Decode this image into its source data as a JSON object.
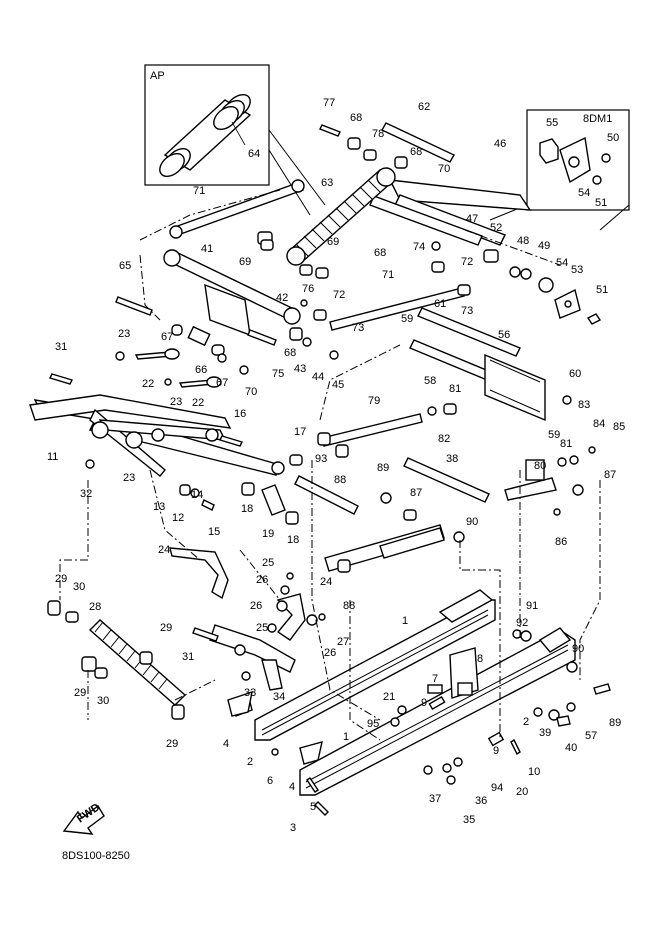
{
  "diagram": {
    "catalog_code": "8DS100-8250",
    "inset_ap_label": "AP",
    "inset_8dm1_label": "8DM1",
    "fwd_label": "FWD",
    "callouts": [
      {
        "n": "1"
      },
      {
        "n": "1"
      },
      {
        "n": "2"
      },
      {
        "n": "2"
      },
      {
        "n": "3"
      },
      {
        "n": "4"
      },
      {
        "n": "4"
      },
      {
        "n": "5"
      },
      {
        "n": "6"
      },
      {
        "n": "7"
      },
      {
        "n": "8"
      },
      {
        "n": "9"
      },
      {
        "n": "9"
      },
      {
        "n": "10"
      },
      {
        "n": "11"
      },
      {
        "n": "12"
      },
      {
        "n": "13"
      },
      {
        "n": "14"
      },
      {
        "n": "15"
      },
      {
        "n": "16"
      },
      {
        "n": "17"
      },
      {
        "n": "18"
      },
      {
        "n": "18"
      },
      {
        "n": "19"
      },
      {
        "n": "20"
      },
      {
        "n": "21"
      },
      {
        "n": "22"
      },
      {
        "n": "22"
      },
      {
        "n": "23"
      },
      {
        "n": "23"
      },
      {
        "n": "23"
      },
      {
        "n": "24"
      },
      {
        "n": "24"
      },
      {
        "n": "25"
      },
      {
        "n": "25"
      },
      {
        "n": "26"
      },
      {
        "n": "26"
      },
      {
        "n": "26"
      },
      {
        "n": "27"
      },
      {
        "n": "28"
      },
      {
        "n": "29"
      },
      {
        "n": "29"
      },
      {
        "n": "29"
      },
      {
        "n": "29"
      },
      {
        "n": "30"
      },
      {
        "n": "30"
      },
      {
        "n": "31"
      },
      {
        "n": "31"
      },
      {
        "n": "32"
      },
      {
        "n": "33"
      },
      {
        "n": "34"
      },
      {
        "n": "35"
      },
      {
        "n": "36"
      },
      {
        "n": "37"
      },
      {
        "n": "38"
      },
      {
        "n": "39"
      },
      {
        "n": "40"
      },
      {
        "n": "41"
      },
      {
        "n": "42"
      },
      {
        "n": "43"
      },
      {
        "n": "44"
      },
      {
        "n": "45"
      },
      {
        "n": "46"
      },
      {
        "n": "47"
      },
      {
        "n": "48"
      },
      {
        "n": "49"
      },
      {
        "n": "50"
      },
      {
        "n": "51"
      },
      {
        "n": "51"
      },
      {
        "n": "52"
      },
      {
        "n": "53"
      },
      {
        "n": "54"
      },
      {
        "n": "54"
      },
      {
        "n": "55"
      },
      {
        "n": "56"
      },
      {
        "n": "57"
      },
      {
        "n": "58"
      },
      {
        "n": "59"
      },
      {
        "n": "59"
      },
      {
        "n": "60"
      },
      {
        "n": "61"
      },
      {
        "n": "62"
      },
      {
        "n": "63"
      },
      {
        "n": "64"
      },
      {
        "n": "65"
      },
      {
        "n": "66"
      },
      {
        "n": "67"
      },
      {
        "n": "67"
      },
      {
        "n": "68"
      },
      {
        "n": "68"
      },
      {
        "n": "68"
      },
      {
        "n": "68"
      },
      {
        "n": "69"
      },
      {
        "n": "69"
      },
      {
        "n": "70"
      },
      {
        "n": "70"
      },
      {
        "n": "71"
      },
      {
        "n": "71"
      },
      {
        "n": "72"
      },
      {
        "n": "72"
      },
      {
        "n": "73"
      },
      {
        "n": "73"
      },
      {
        "n": "74"
      },
      {
        "n": "75"
      },
      {
        "n": "76"
      },
      {
        "n": "77"
      },
      {
        "n": "78"
      },
      {
        "n": "79"
      },
      {
        "n": "80"
      },
      {
        "n": "81"
      },
      {
        "n": "81"
      },
      {
        "n": "82"
      },
      {
        "n": "83"
      },
      {
        "n": "84"
      },
      {
        "n": "85"
      },
      {
        "n": "86"
      },
      {
        "n": "87"
      },
      {
        "n": "87"
      },
      {
        "n": "88"
      },
      {
        "n": "88"
      },
      {
        "n": "89"
      },
      {
        "n": "89"
      },
      {
        "n": "90"
      },
      {
        "n": "90"
      },
      {
        "n": "91"
      },
      {
        "n": "92"
      },
      {
        "n": "93"
      },
      {
        "n": "94"
      },
      {
        "n": "95"
      }
    ]
  }
}
